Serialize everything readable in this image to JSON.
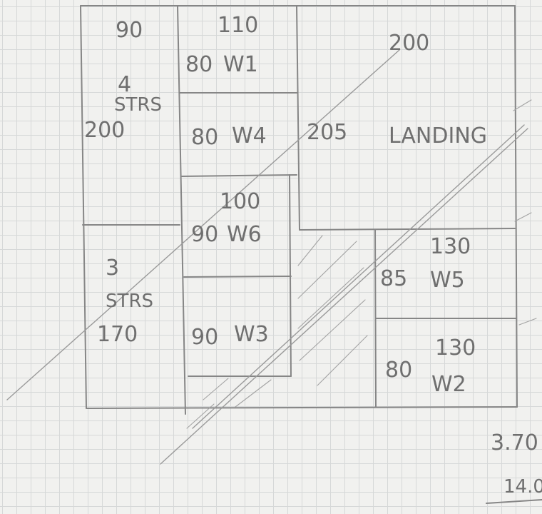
{
  "rooms": {
    "stairs_top": {
      "width": "90",
      "steps": "4",
      "label": "STRS",
      "depth": "200"
    },
    "stairs_bottom": {
      "steps": "3",
      "label": "STRS",
      "depth": "170"
    },
    "w1": {
      "top": "110",
      "side": "80",
      "name": "W1"
    },
    "w4": {
      "side": "80",
      "name": "W4"
    },
    "w6": {
      "top": "100",
      "side": "90",
      "name": "W6"
    },
    "w3": {
      "side": "90",
      "name": "W3"
    },
    "landing": {
      "depth": "205",
      "name": "LANDING"
    },
    "w5": {
      "top": "130",
      "side": "85",
      "name": "W5"
    },
    "w2": {
      "top": "130",
      "side": "80",
      "name": "W2"
    }
  },
  "diagonal_label": "200",
  "notes": {
    "dimension_a": "3.70",
    "dimension_b": "14.0"
  }
}
